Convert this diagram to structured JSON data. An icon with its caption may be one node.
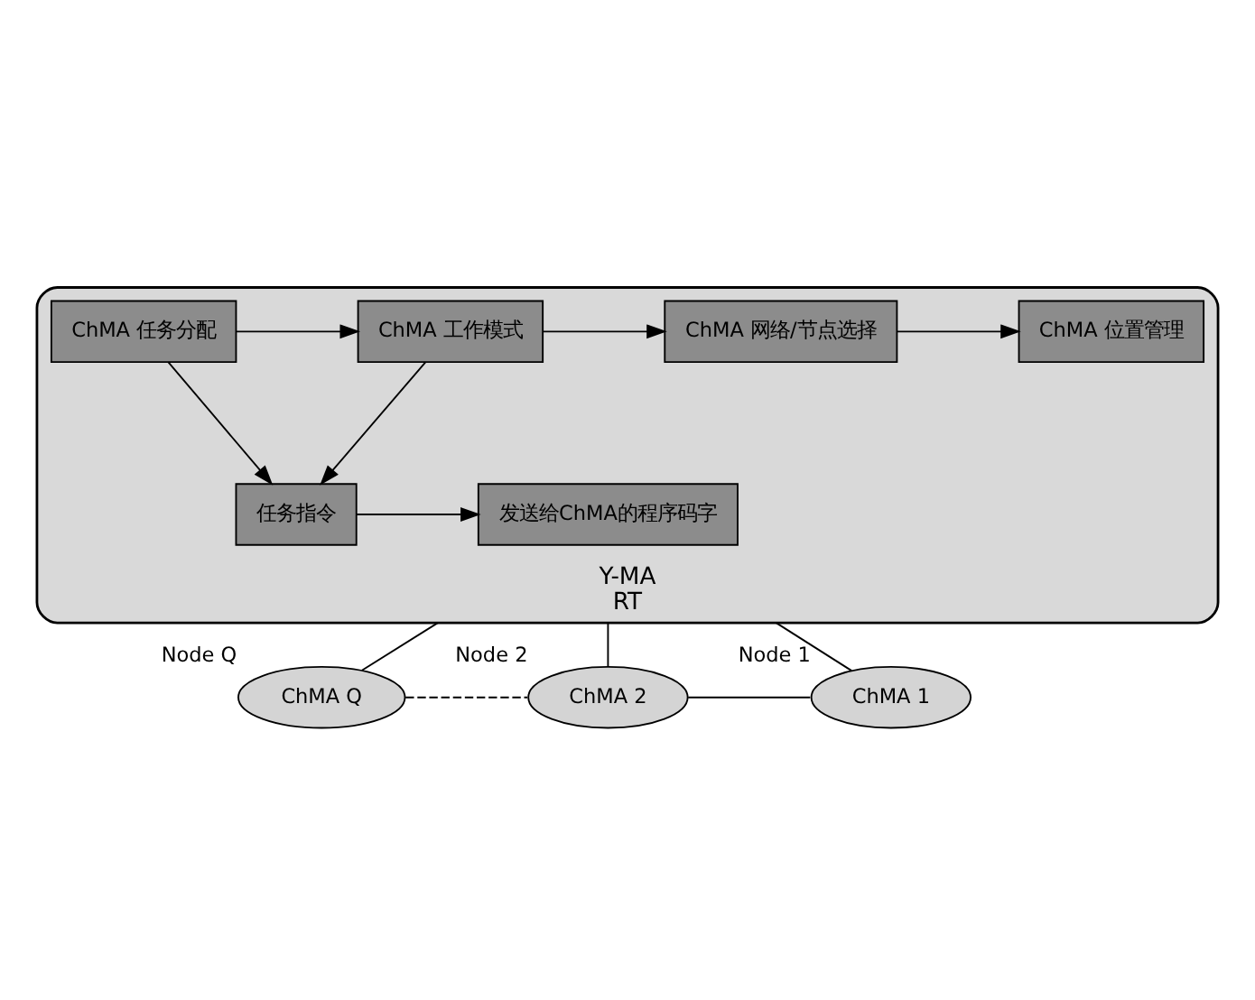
{
  "diagram": {
    "nodes": [
      {
        "text": [
          "Y-MA"
        ],
        "beside": [
          "RT"
        ]
      },
      {
        "text": [
          "ChMA 任务分配"
        ],
        "in": 0
      },
      {
        "text": [
          "ChMA 工作模式"
        ],
        "in": 0
      },
      {
        "text": [
          "ChMA 网络/节点选择"
        ],
        "in": 0
      },
      {
        "text": [
          "ChMA 位置管理"
        ],
        "in": 0
      },
      {
        "text": [
          "任务指令"
        ],
        "in": 0
      },
      {
        "text": [
          "发送给ChMA的程序码字"
        ],
        "in": 0
      },
      {
        "text": [
          "ChMA Q"
        ],
        "beside": [
          "Node Q"
        ]
      },
      {
        "text": [
          "ChMA 2"
        ],
        "beside": [
          "Node 2"
        ]
      },
      {
        "text": [
          "ChMA 1"
        ],
        "beside": [
          "Node 1"
        ]
      }
    ],
    "edges": [
      {
        "from": 1,
        "to": 2,
        "arrow": "to"
      },
      {
        "from": 1,
        "to": 5,
        "arrow": "to"
      },
      {
        "from": 2,
        "to": 3,
        "arrow": "to"
      },
      {
        "from": 3,
        "to": 4,
        "arrow": "to"
      },
      {
        "from": 2,
        "to": 5,
        "arrow": "to"
      },
      {
        "from": 5,
        "to": 6,
        "arrow": "to"
      },
      {
        "from": 0,
        "to": 7,
        "arrow": "none"
      },
      {
        "from": 0,
        "to": 8,
        "arrow": "none"
      },
      {
        "from": 0,
        "to": 9,
        "arrow": "none"
      },
      {
        "from": 8,
        "to": 9,
        "arrow": "none"
      },
      {
        "from": 7,
        "to": 8,
        "arrow": "none",
        "style": "dashed"
      }
    ]
  }
}
